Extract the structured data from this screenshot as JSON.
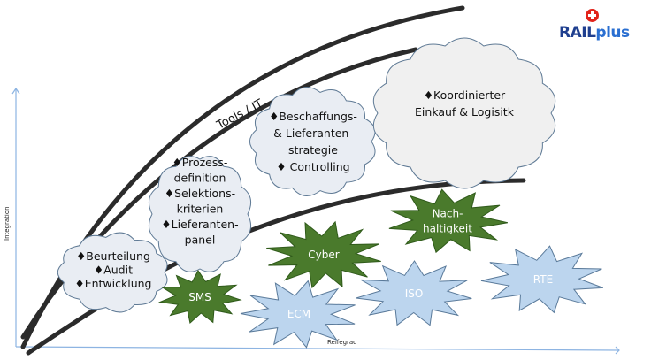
{
  "logo": {
    "part1": "RAIL",
    "part2": "plus",
    "icon": "swiss-cross-icon"
  },
  "axes": {
    "y_label": "Integration",
    "x_label": "Reifegrad"
  },
  "band_label": "Tools / IT",
  "clouds": [
    {
      "id": "stage-1",
      "lines": [
        "♦Beurteilung",
        "♦Audit",
        "♦Entwicklung"
      ]
    },
    {
      "id": "stage-2",
      "lines": [
        "♦Prozess-",
        "definition",
        "♦Selektions-",
        "kriterien",
        "♦Lieferanten-",
        "panel"
      ]
    },
    {
      "id": "stage-3",
      "lines": [
        "♦Beschaffungs-",
        "& Lieferanten-",
        "strategie",
        "♦ Controlling"
      ]
    },
    {
      "id": "stage-4",
      "lines": [
        "♦Koordinierter",
        "Einkauf & Logisitk"
      ]
    }
  ],
  "bursts": [
    {
      "id": "sms",
      "label": [
        "SMS"
      ],
      "kind": "green"
    },
    {
      "id": "cyber",
      "label": [
        "Cyber"
      ],
      "kind": "green"
    },
    {
      "id": "nachhaltigkeit",
      "label": [
        "Nach-",
        "haltigkeit"
      ],
      "kind": "green"
    },
    {
      "id": "ecm",
      "label": [
        "ECM"
      ],
      "kind": "blue"
    },
    {
      "id": "iso",
      "label": [
        "ISO"
      ],
      "kind": "blue"
    },
    {
      "id": "rte",
      "label": [
        "RTE"
      ],
      "kind": "blue"
    }
  ],
  "colors": {
    "axis": "#8db4e2",
    "curve": "#2b2b2b",
    "cloud_fill_light": "#e9edf3",
    "cloud_fill_big": "#f0f0f0",
    "cloud_stroke": "#5f7a95",
    "burst_green": "#4a7a2c",
    "burst_green_stroke": "#2f5a1a",
    "burst_blue": "#bcd5ee",
    "burst_blue_stroke": "#5a7a9a",
    "logo_red": "#e2231a",
    "logo_blue": "#1f3f8f"
  }
}
